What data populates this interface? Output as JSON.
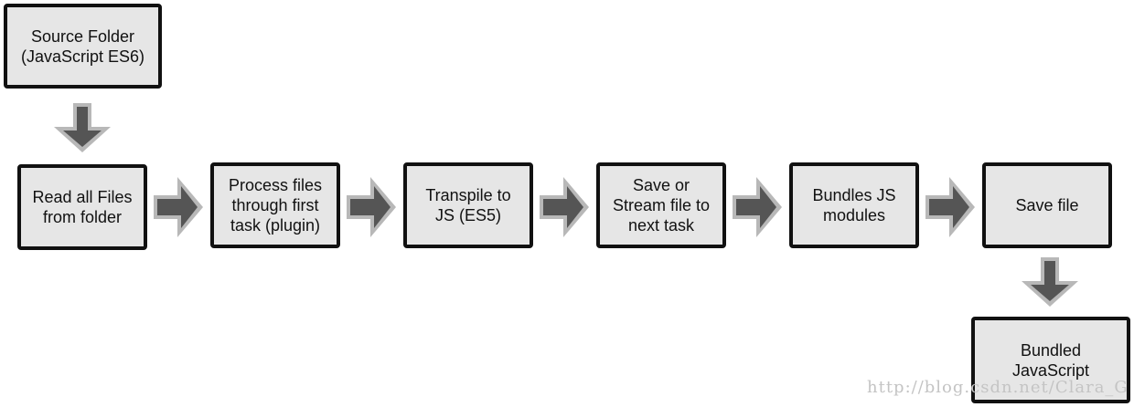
{
  "colors": {
    "box_fill": "#e6e6e6",
    "box_border": "#111111",
    "arrow_fill": "#555555",
    "arrow_outline": "#b8b8b8",
    "watermark": "#c4c4c4"
  },
  "nodes": {
    "source": "Source Folder\n(JavaScript ES6)",
    "read": "Read all Files\nfrom folder",
    "process": "Process files\nthrough first\ntask (plugin)",
    "transpile": "Transpile to\nJS (ES5)",
    "save_stream": "Save or\nStream file to\nnext task",
    "bundle": "Bundles JS\nmodules",
    "save_file": "Save file",
    "bundled": "Bundled\nJavaScript"
  },
  "watermark": "http://blog.csdn.net/Clara_G"
}
